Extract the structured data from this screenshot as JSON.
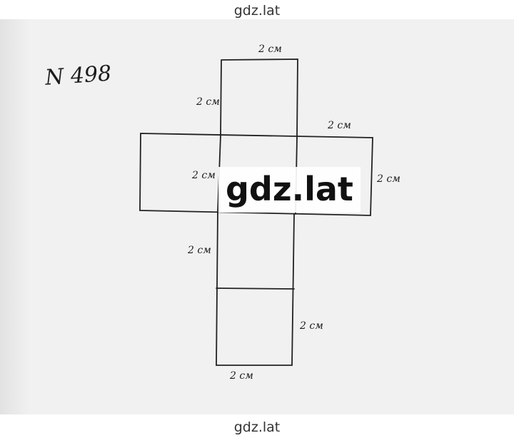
{
  "site": {
    "top_label": "gdz.lat",
    "bottom_label": "gdz.lat",
    "watermark": "gdz.lat"
  },
  "drawing": {
    "task_number": "N 498",
    "dimension_labels": [
      "2 см",
      "2 см",
      "2 см",
      "2 см",
      "2 см",
      "2 см",
      "2 см",
      "2 см"
    ],
    "line_color": "#222222",
    "paper_color": "#f1f1f1"
  }
}
